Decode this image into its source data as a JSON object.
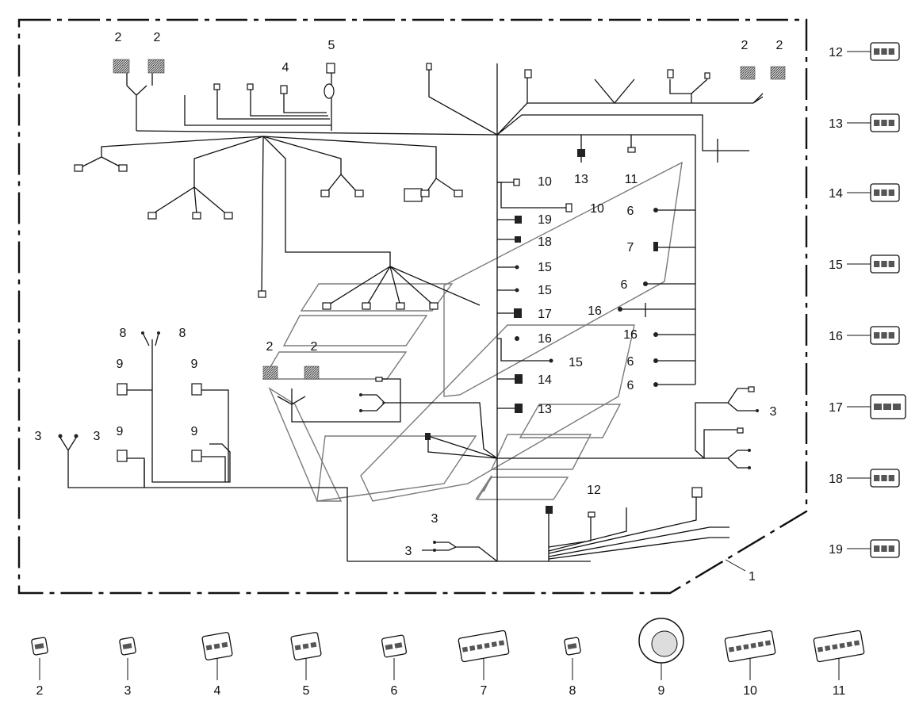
{
  "frame_label": "1",
  "harness_labels": [
    "2",
    "2",
    "5",
    "4",
    "2",
    "2",
    "10",
    "10",
    "13",
    "11",
    "19",
    "18",
    "15",
    "15",
    "17",
    "16",
    "15",
    "14",
    "13",
    "6",
    "7",
    "6",
    "16",
    "16",
    "6",
    "6",
    "8",
    "8",
    "9",
    "9",
    "9",
    "9",
    "3",
    "3",
    "2",
    "2",
    "3",
    "3",
    "3",
    "12"
  ],
  "side_legend": [
    "12",
    "13",
    "14",
    "15",
    "16",
    "17",
    "18",
    "19"
  ],
  "bottom_legend": [
    "2",
    "3",
    "4",
    "5",
    "6",
    "7",
    "8",
    "9",
    "10",
    "11"
  ]
}
